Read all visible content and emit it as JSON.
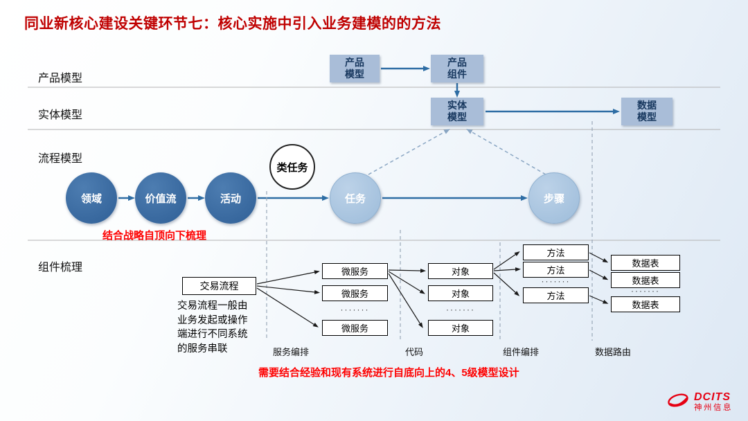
{
  "title": "同业新核心建设关键环节七：核心实施中引入业务建模的的方法",
  "row_labels": {
    "product": "产品模型",
    "entity": "实体模型",
    "process": "流程模型",
    "component": "组件梳理"
  },
  "model_boxes": {
    "product_model": "产品\n模型",
    "product_component": "产品\n组件",
    "entity_model": "实体\n模型",
    "data_model": "数据\n模型"
  },
  "process_flow": {
    "nodes": [
      "领域",
      "价值流",
      "活动",
      "任务",
      "步骤"
    ],
    "task_class": "类任务",
    "note": "结合战略自顶向下梳理"
  },
  "component_section": {
    "transaction_flow": "交易流程",
    "description": "交易流程一般由\n业务发起或操作\n端进行不同系统\n的服务串联",
    "microservices": [
      "微服务",
      "微服务",
      "微服务"
    ],
    "objects": [
      "对象",
      "对象",
      "对象"
    ],
    "methods": [
      "方法",
      "方法",
      "方法"
    ],
    "data_tables": [
      "数据表",
      "数据表",
      "数据表"
    ],
    "dots": "·······",
    "lanes": [
      "服务编排",
      "代码",
      "组件编排",
      "数据路由"
    ]
  },
  "footer_note": "需要结合经验和现有系统进行自底向上的4、5级模型设计",
  "logo": {
    "brand": "DCITS",
    "company": "神州信息"
  },
  "colors": {
    "title_red": "#bf0000",
    "note_red": "#fe0000",
    "box_fill": "#a9bdd8",
    "circle_dark": "#36679e",
    "circle_light": "#a6c3de",
    "arrow_blue": "#2e6da4"
  }
}
